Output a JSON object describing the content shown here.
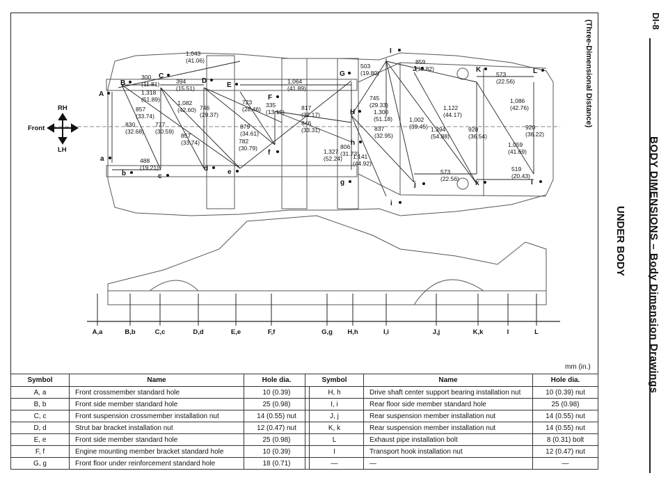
{
  "header": {
    "page_id": "DI-8",
    "section": "BODY DIMENSIONS",
    "subsection": "– Body Dimension Drawings",
    "title": "UNDER BODY"
  },
  "diagram": {
    "caption": "(Three-Dimensional Distance)",
    "direction": {
      "rh": "RH",
      "front": "Front",
      "lh": "LH"
    },
    "units": "mm (in.)",
    "dimensions": [
      {
        "mm": "1,043",
        "in": "(41.06)"
      },
      {
        "mm": "300",
        "in": "(11.81)"
      },
      {
        "mm": "394",
        "in": "(15.51)"
      },
      {
        "mm": "1,318",
        "in": "(51.89)"
      },
      {
        "mm": "857",
        "in": "(33.74)"
      },
      {
        "mm": "830",
        "in": "(32.68)"
      },
      {
        "mm": "777",
        "in": "(30.59)"
      },
      {
        "mm": "1,082",
        "in": "(42.60)"
      },
      {
        "mm": "746",
        "in": "(29.37)"
      },
      {
        "mm": "857",
        "in": "(33.74)"
      },
      {
        "mm": "488",
        "in": "(19.21)"
      },
      {
        "mm": "723",
        "in": "(28.46)"
      },
      {
        "mm": "879",
        "in": "(34.61)"
      },
      {
        "mm": "335",
        "in": "(13.19)"
      },
      {
        "mm": "782",
        "in": "(30.79)"
      },
      {
        "mm": "1,064",
        "in": "(41.89)"
      },
      {
        "mm": "817",
        "in": "(32.17)"
      },
      {
        "mm": "846",
        "in": "(33.31)"
      },
      {
        "mm": "1,327",
        "in": "(52.24)"
      },
      {
        "mm": "806",
        "in": "(31.73)"
      },
      {
        "mm": "503",
        "in": "(19.80)"
      },
      {
        "mm": "745",
        "in": "(29.33)"
      },
      {
        "mm": "1,300",
        "in": "(51.18)"
      },
      {
        "mm": "837",
        "in": "(32.95)"
      },
      {
        "mm": "1,141",
        "in": "(44.92)"
      },
      {
        "mm": "1,002",
        "in": "(39.45)"
      },
      {
        "mm": "859",
        "in": "(33.82)"
      },
      {
        "mm": "1,122",
        "in": "(44.17)"
      },
      {
        "mm": "1,394",
        "in": "(54.88)"
      },
      {
        "mm": "573",
        "in": "(22.56)"
      },
      {
        "mm": "928",
        "in": "(36.54)"
      },
      {
        "mm": "573",
        "in": "(22.56)"
      },
      {
        "mm": "1,086",
        "in": "(42.76)"
      },
      {
        "mm": "920",
        "in": "(36.22)"
      },
      {
        "mm": "1,059",
        "in": "(41.69)"
      },
      {
        "mm": "519",
        "in": "(20.43)"
      }
    ],
    "point_labels_upper": [
      "A",
      "B",
      "C",
      "D",
      "E",
      "F",
      "G",
      "H",
      "I",
      "J",
      "K",
      "L"
    ],
    "point_labels_lower": [
      "a",
      "b",
      "c",
      "d",
      "e",
      "f",
      "g",
      "h",
      "i",
      "j",
      "k",
      "l"
    ],
    "side_view_labels": [
      "A,a",
      "B,b",
      "C,c",
      "D,d",
      "E,e",
      "F,f",
      "G,g",
      "H,h",
      "I,i",
      "J,j",
      "K,k",
      "I",
      "L"
    ]
  },
  "table": {
    "headers": [
      "Symbol",
      "Name",
      "Hole dia."
    ],
    "left_rows": [
      {
        "symbol": "A, a",
        "name": "Front crossmember standard hole",
        "dia": "10 (0.39)"
      },
      {
        "symbol": "B, b",
        "name": "Front side member standard hole",
        "dia": "25 (0.98)"
      },
      {
        "symbol": "C, c",
        "name": "Front suspension crossmember installation nut",
        "dia": "14 (0.55) nut"
      },
      {
        "symbol": "D, d",
        "name": "Strut bar bracket installation nut",
        "dia": "12 (0.47) nut"
      },
      {
        "symbol": "E, e",
        "name": "Front side member standard hole",
        "dia": "25 (0.98)"
      },
      {
        "symbol": "F, f",
        "name": "Engine mounting member bracket standard hole",
        "dia": "10 (0.39)"
      },
      {
        "symbol": "G, g",
        "name": "Front floor under reinforcement standard hole",
        "dia": "18 (0.71)"
      }
    ],
    "right_rows": [
      {
        "symbol": "H, h",
        "name": "Drive shaft center support bearing installation nut",
        "dia": "10 (0.39) nut"
      },
      {
        "symbol": "I, i",
        "name": "Rear floor side member standard hole",
        "dia": "25 (0.98)"
      },
      {
        "symbol": "J, j",
        "name": "Rear suspension member installation nut",
        "dia": "14 (0.55) nut"
      },
      {
        "symbol": "K, k",
        "name": "Rear suspension member installation nut",
        "dia": "14 (0.55) nut"
      },
      {
        "symbol": "L",
        "name": "Exhaust pipe installation bolt",
        "dia": "8 (0.31) bolt"
      },
      {
        "symbol": "I",
        "name": "Transport hook installation nut",
        "dia": "12 (0.47) nut"
      },
      {
        "symbol": "—",
        "name": "—",
        "dia": "—"
      }
    ]
  }
}
